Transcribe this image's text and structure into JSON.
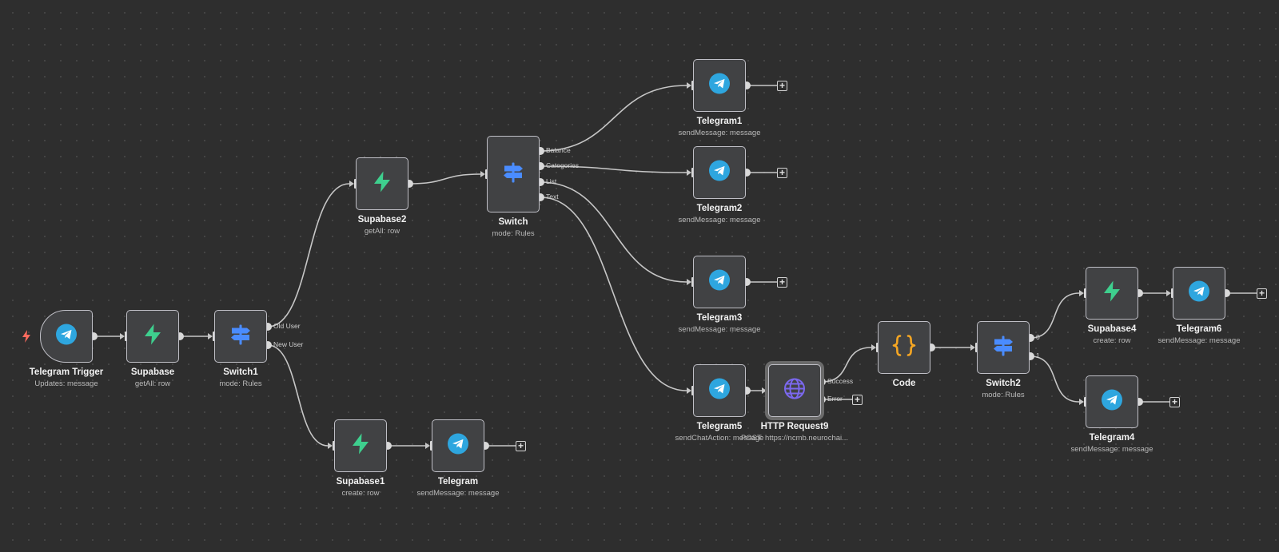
{
  "colors": {
    "background": "#2e2e2e",
    "node_fill": "#414244",
    "node_border": "#bfbfc6",
    "edge": "#c7c7c7",
    "telegram": "#2ea6df",
    "supabase": "#3ecf8e",
    "switch": "#4a8cff",
    "code": "#f5a623",
    "http": "#7b68ee",
    "trigger_bolt": "#ff6b5e"
  },
  "nodes": {
    "telegram_trigger": {
      "title": "Telegram Trigger",
      "subtitle": "Updates: message",
      "icon": "telegram-icon"
    },
    "supabase": {
      "title": "Supabase",
      "subtitle": "getAll: row",
      "icon": "supabase-icon"
    },
    "switch1": {
      "title": "Switch1",
      "subtitle": "mode: Rules",
      "icon": "switch-icon",
      "outputs": [
        "Old User",
        "New User"
      ]
    },
    "supabase2": {
      "title": "Supabase2",
      "subtitle": "getAll: row",
      "icon": "supabase-icon"
    },
    "switch": {
      "title": "Switch",
      "subtitle": "mode: Rules",
      "icon": "switch-icon",
      "outputs": [
        "Balance",
        "Categories",
        "List",
        "Text"
      ]
    },
    "telegram1": {
      "title": "Telegram1",
      "subtitle": "sendMessage: message",
      "icon": "telegram-icon"
    },
    "telegram2": {
      "title": "Telegram2",
      "subtitle": "sendMessage: message",
      "icon": "telegram-icon"
    },
    "telegram3": {
      "title": "Telegram3",
      "subtitle": "sendMessage: message",
      "icon": "telegram-icon"
    },
    "telegram5": {
      "title": "Telegram5",
      "subtitle": "sendChatAction: message",
      "icon": "telegram-icon"
    },
    "http_request9": {
      "title": "HTTP Request9",
      "subtitle": "POST: https://ncmb.neurochai...",
      "icon": "globe-icon",
      "outputs": [
        "Success",
        "Error"
      ]
    },
    "code": {
      "title": "Code",
      "subtitle": "",
      "icon": "code-braces-icon"
    },
    "switch2": {
      "title": "Switch2",
      "subtitle": "mode: Rules",
      "icon": "switch-icon",
      "outputs": [
        "0",
        "1"
      ]
    },
    "supabase4": {
      "title": "Supabase4",
      "subtitle": "create: row",
      "icon": "supabase-icon"
    },
    "telegram6": {
      "title": "Telegram6",
      "subtitle": "sendMessage: message",
      "icon": "telegram-icon"
    },
    "telegram4": {
      "title": "Telegram4",
      "subtitle": "sendMessage: message",
      "icon": "telegram-icon"
    },
    "supabase1": {
      "title": "Supabase1",
      "subtitle": "create: row",
      "icon": "supabase-icon"
    },
    "telegram": {
      "title": "Telegram",
      "subtitle": "sendMessage: message",
      "icon": "telegram-icon"
    }
  },
  "add_button_symbol": "+"
}
